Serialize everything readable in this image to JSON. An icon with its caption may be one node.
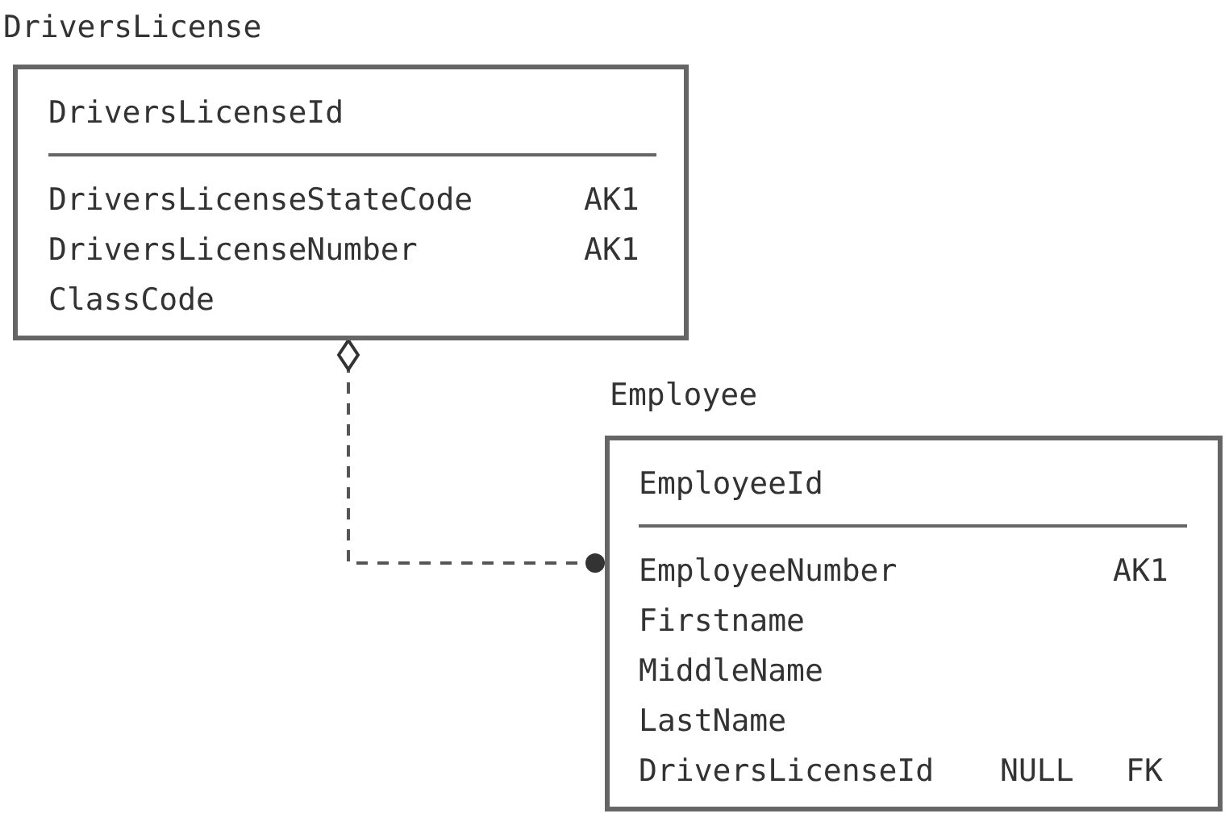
{
  "diagram": {
    "nodes": [
      {
        "text": [
          "DriversLicense",
          "DriversLicenseId",
          "DriversLicenseStateCode",
          "AK1",
          "DriversLicenseNumber",
          "AK1",
          "ClassCode"
        ]
      },
      {
        "text": [
          "Employee",
          "EmployeeId",
          "EmployeeNumber",
          "AK1",
          "Firstname",
          "MiddleName",
          "LastName",
          "DriversLicenseId",
          "NULL",
          "FK"
        ]
      }
    ],
    "edges": [
      {
        "from": 0,
        "to": 1,
        "arrow": "other",
        "style": "dashed"
      }
    ]
  }
}
